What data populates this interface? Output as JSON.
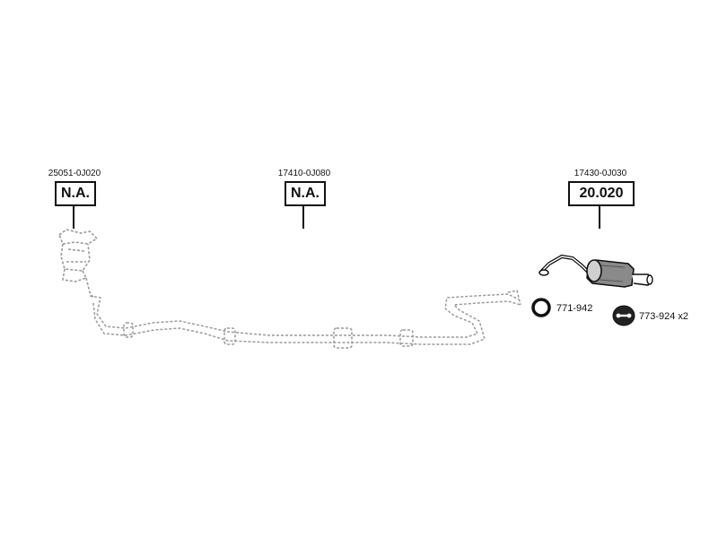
{
  "parts": [
    {
      "id": "catalytic-converter",
      "number": "25051-0J020",
      "status": "N.A."
    },
    {
      "id": "center-pipe",
      "number": "17410-0J080",
      "status": "N.A."
    },
    {
      "id": "rear-muffler",
      "number": "17430-0J030",
      "status": "20.020"
    }
  ],
  "accessories": [
    {
      "id": "ring",
      "label": "771-942",
      "icon": "ring-gasket-icon"
    },
    {
      "id": "hanger",
      "label": "773-924 x2",
      "icon": "rubber-hanger-icon"
    }
  ],
  "colors": {
    "ink": "#111111",
    "dashed": "#9a9a9a",
    "muffler_fill": "#8a8a8a"
  }
}
